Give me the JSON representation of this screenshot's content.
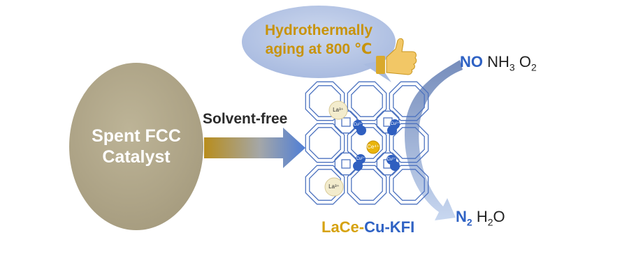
{
  "bubble": {
    "line1": "Hydrothermally",
    "line2": "aging at 800 ℃"
  },
  "catalyst": {
    "line1": "Spent FCC",
    "line2": "Catalyst"
  },
  "process": {
    "label": "Solvent-free"
  },
  "reactants": {
    "no": "NO",
    "nh": "NH",
    "nh_sub": "3",
    "o": "O",
    "o_sub": "2"
  },
  "products": {
    "n": "N",
    "n_sub": "2",
    "h": "H",
    "h_sub": "2",
    "o": "O"
  },
  "zeolite": {
    "name_lace": "LaCe",
    "sep1": "-",
    "name_cu": "Cu",
    "sep2": "-",
    "name_kfi": "KFI",
    "ions": {
      "la_top": "La³⁺",
      "la_bottom": "La³⁺",
      "ce": "Ce⁴⁺",
      "cu": "Cu²⁺"
    }
  },
  "colors": {
    "catalyst_fill": "#b0a68a",
    "bubble_fill": "#b9c8e6",
    "framework_stroke": "#4d73c0",
    "accent_gold": "#d6a20f",
    "accent_blue": "#2f62c4"
  },
  "icons": {
    "thumb": "thumbs-up-icon"
  }
}
